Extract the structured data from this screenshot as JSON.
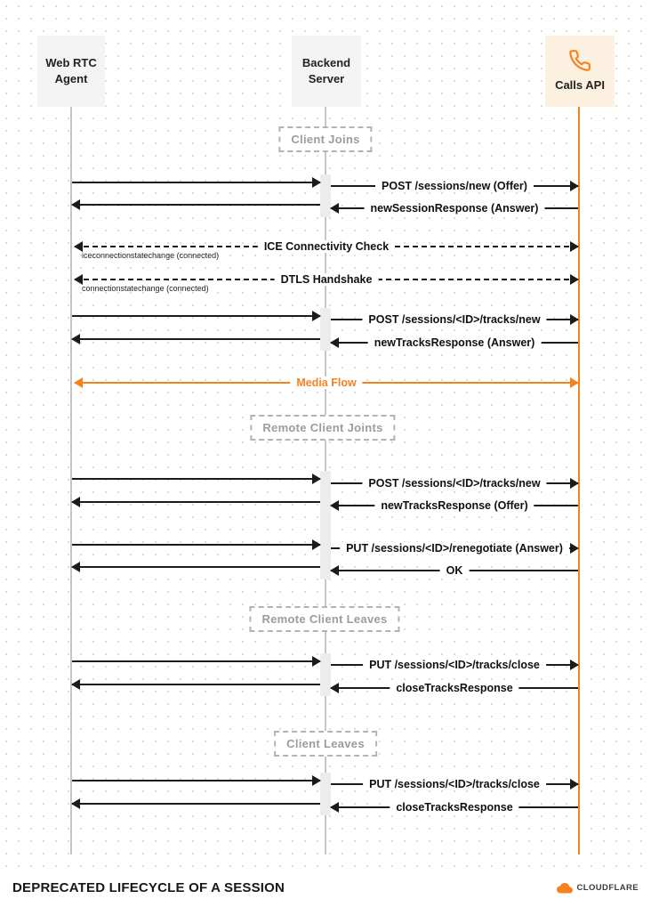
{
  "title": "DEPRECATED LIFECYCLE OF A SESSION",
  "brand": "CLOUDFLARE",
  "actors": {
    "webrtc": {
      "line1": "Web RTC",
      "line2": "Agent"
    },
    "backend": {
      "line1": "Backend",
      "line2": "Server"
    },
    "calls": {
      "label": "Calls API"
    }
  },
  "phases": {
    "client_joins": "Client Joins",
    "remote_client_joins": "Remote Client Joints",
    "remote_client_leaves": "Remote Client Leaves",
    "client_leaves": "Client Leaves"
  },
  "messages": {
    "post_sessions_new": "POST /sessions/new (Offer)",
    "new_session_response": "newSessionResponse (Answer)",
    "ice_check": "ICE Connectivity Check",
    "ice_note": "iceconnectionstatechange (connected)",
    "dtls_handshake": "DTLS Handshake",
    "dtls_note": "connectionstatechange (connected)",
    "post_tracks_new_1": "POST /sessions/<ID>/tracks/new",
    "new_tracks_response_answer": "newTracksResponse (Answer)",
    "media_flow": "Media Flow",
    "post_tracks_new_2": "POST /sessions/<ID>/tracks/new",
    "new_tracks_response_offer": "newTracksResponse (Offer)",
    "put_renegotiate": "PUT /sessions/<ID>/renegotiate (Answer)",
    "ok": "OK",
    "put_tracks_close_1": "PUT /sessions/<ID>/tracks/close",
    "close_tracks_response_1": "closeTracksResponse",
    "put_tracks_close_2": "PUT /sessions/<ID>/tracks/close",
    "close_tracks_response_2": "closeTracksResponse"
  },
  "colors": {
    "accent_orange": "#f6821f",
    "lifeline_gray": "#c6c6c6",
    "arrow_black": "#1b1b1b"
  }
}
